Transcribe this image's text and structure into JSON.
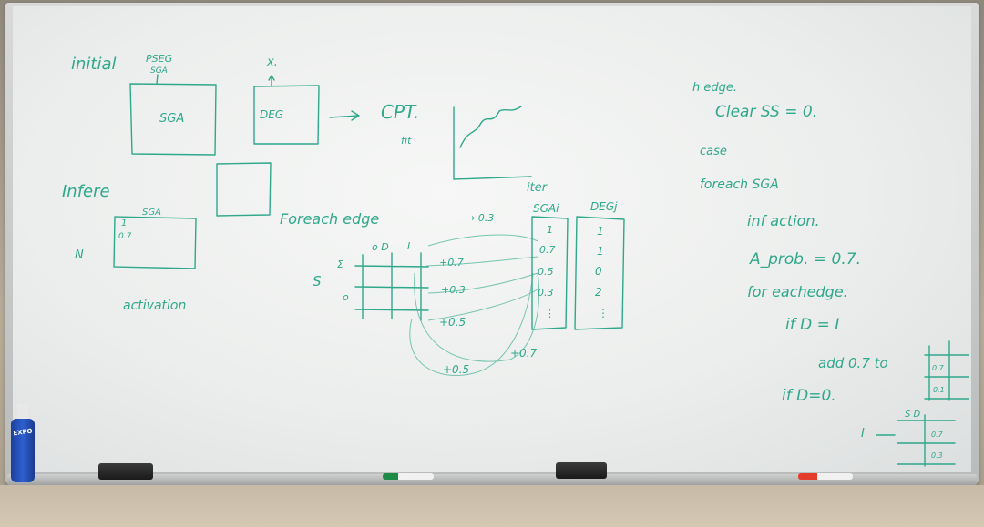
{
  "board": {
    "left": {
      "initial": "initial",
      "pseg": "PSEG",
      "sga_small": "SGA",
      "sga_box": "SGA",
      "x": "x.",
      "deg": "DEG",
      "cpt": "CPT.",
      "fit": "fit",
      "infere": "Infere",
      "sga2": "SGA",
      "one": "1",
      "p07": "0.7",
      "n": "N",
      "activation": "activation",
      "foreach_edge": "Foreach edge",
      "od": "o D",
      "i_label": "I",
      "s": "S",
      "sigma": "Σ",
      "o": "o",
      "plus07a": "+0.7",
      "plus03": "+0.3",
      "plus05a": "+0.5",
      "plus05b": "+0.5",
      "plus07b": "+0.7",
      "arrow03": "→ 0.3"
    },
    "middle": {
      "iter": "iter",
      "sga_i": "SGAi",
      "deg_j": "DEGj",
      "col1": [
        "1",
        "0.7",
        "0.5",
        "0.3",
        "⋮"
      ],
      "col2": [
        "1",
        "1",
        "0",
        "2",
        "⋮"
      ]
    },
    "right": {
      "h_edge": "h edge.",
      "clear_ss": "Clear SS = 0.",
      "case": "case",
      "foreach_sga": "foreach SGA",
      "inf_action": "inf action.",
      "a_prob": "A_prob. = 0.7.",
      "for_each_edge": "for eachedge.",
      "if_d_1": "if D = I",
      "add_07": "add 0.7 to",
      "if_d_0": "if D=0.",
      "cell07": "0.7",
      "cell01": "0.1",
      "sd": "S D",
      "i": "I",
      "cell07b": "0.7",
      "cell03": "0.3"
    }
  },
  "tray": {
    "spray_label": "EXPO"
  }
}
